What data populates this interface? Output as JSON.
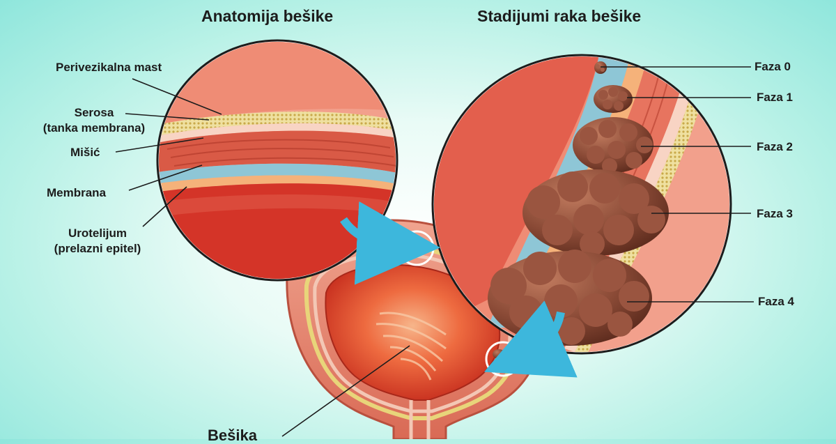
{
  "titles": {
    "anatomy": "Anatomija bešike",
    "stages": "Stadijumi raka bešike"
  },
  "anatomy_labels": {
    "perivesical_fat": "Perivezikalna mast",
    "serosa": "Serosa",
    "serosa_note": "(tanka membrana)",
    "muscle": "Mišić",
    "membrane": "Membrana",
    "urothelium": "Urotelijum",
    "urothelium_note": "(prelazni epitel)"
  },
  "stage_labels": {
    "stage0": "Faza 0",
    "stage1": "Faza 1",
    "stage2": "Faza 2",
    "stage3": "Faza 3",
    "stage4": "Faza 4"
  },
  "bladder_label": "Bešika",
  "colors": {
    "bladder_wall": "#e9836e",
    "bladder_inner": "#e0442a",
    "fat_layer": "#e8d57a",
    "membrane_layer": "#8ec6d6",
    "tumor": "#8a4a36",
    "arrow": "#3db7dc",
    "text": "#1c1c1c"
  }
}
